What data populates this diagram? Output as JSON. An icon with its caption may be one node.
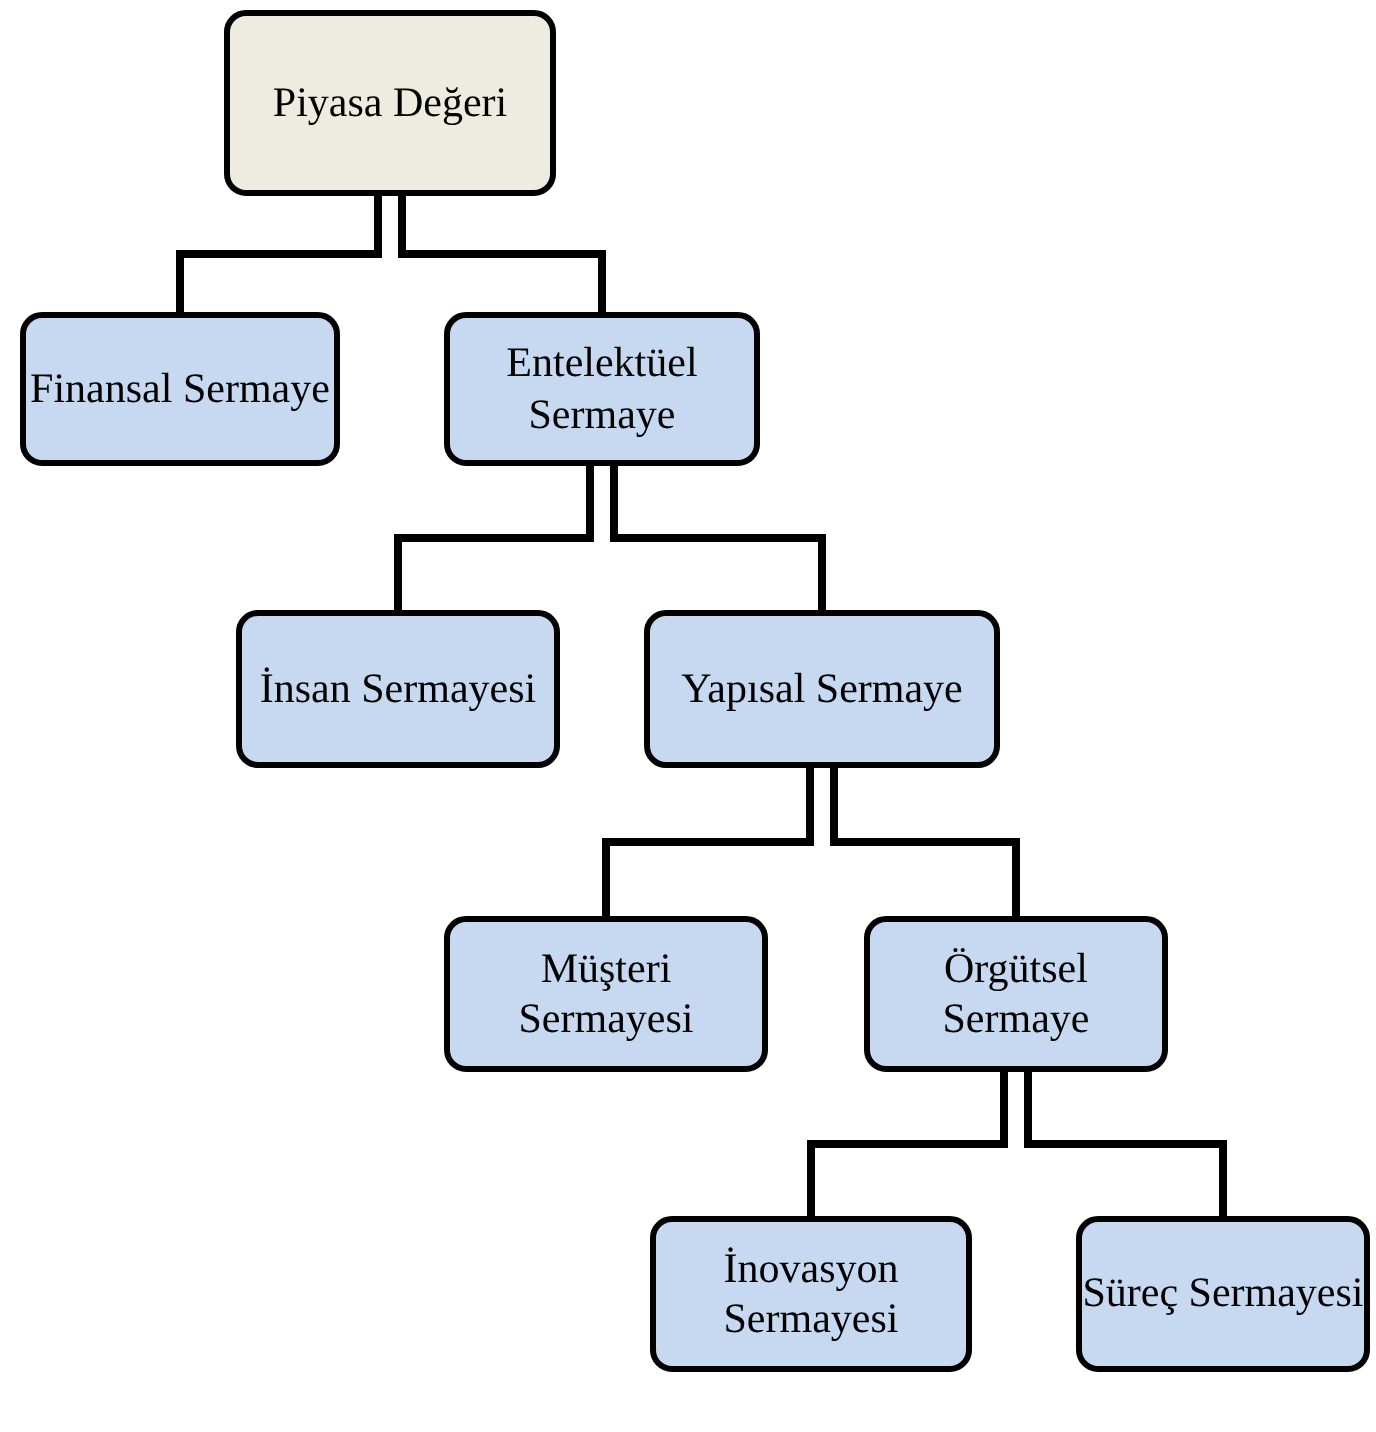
{
  "diagram": {
    "nodes": [
      {
        "text": [
          "Piyasa Değeri"
        ]
      },
      {
        "text": [
          "Finansal Sermaye"
        ]
      },
      {
        "text": [
          "Entelektüel Sermaye"
        ]
      },
      {
        "text": [
          "İnsan Sermayesi"
        ]
      },
      {
        "text": [
          "Yapısal Sermaye"
        ]
      },
      {
        "text": [
          "Müşteri Sermayesi"
        ]
      },
      {
        "text": [
          "Örgütsel Sermaye"
        ]
      },
      {
        "text": [
          "İnovasyon Sermayesi"
        ]
      },
      {
        "text": [
          "Süreç Sermayesi"
        ]
      }
    ],
    "edges": [
      {
        "from": 0,
        "to": 1,
        "arrow": "none"
      },
      {
        "from": 0,
        "to": 2,
        "arrow": "none"
      },
      {
        "from": 2,
        "to": 3,
        "arrow": "none"
      },
      {
        "from": 2,
        "to": 4,
        "arrow": "none"
      },
      {
        "from": 4,
        "to": 5,
        "arrow": "none"
      },
      {
        "from": 4,
        "to": 6,
        "arrow": "none"
      },
      {
        "from": 6,
        "to": 7,
        "arrow": "none"
      },
      {
        "from": 6,
        "to": 8,
        "arrow": "none"
      }
    ]
  }
}
